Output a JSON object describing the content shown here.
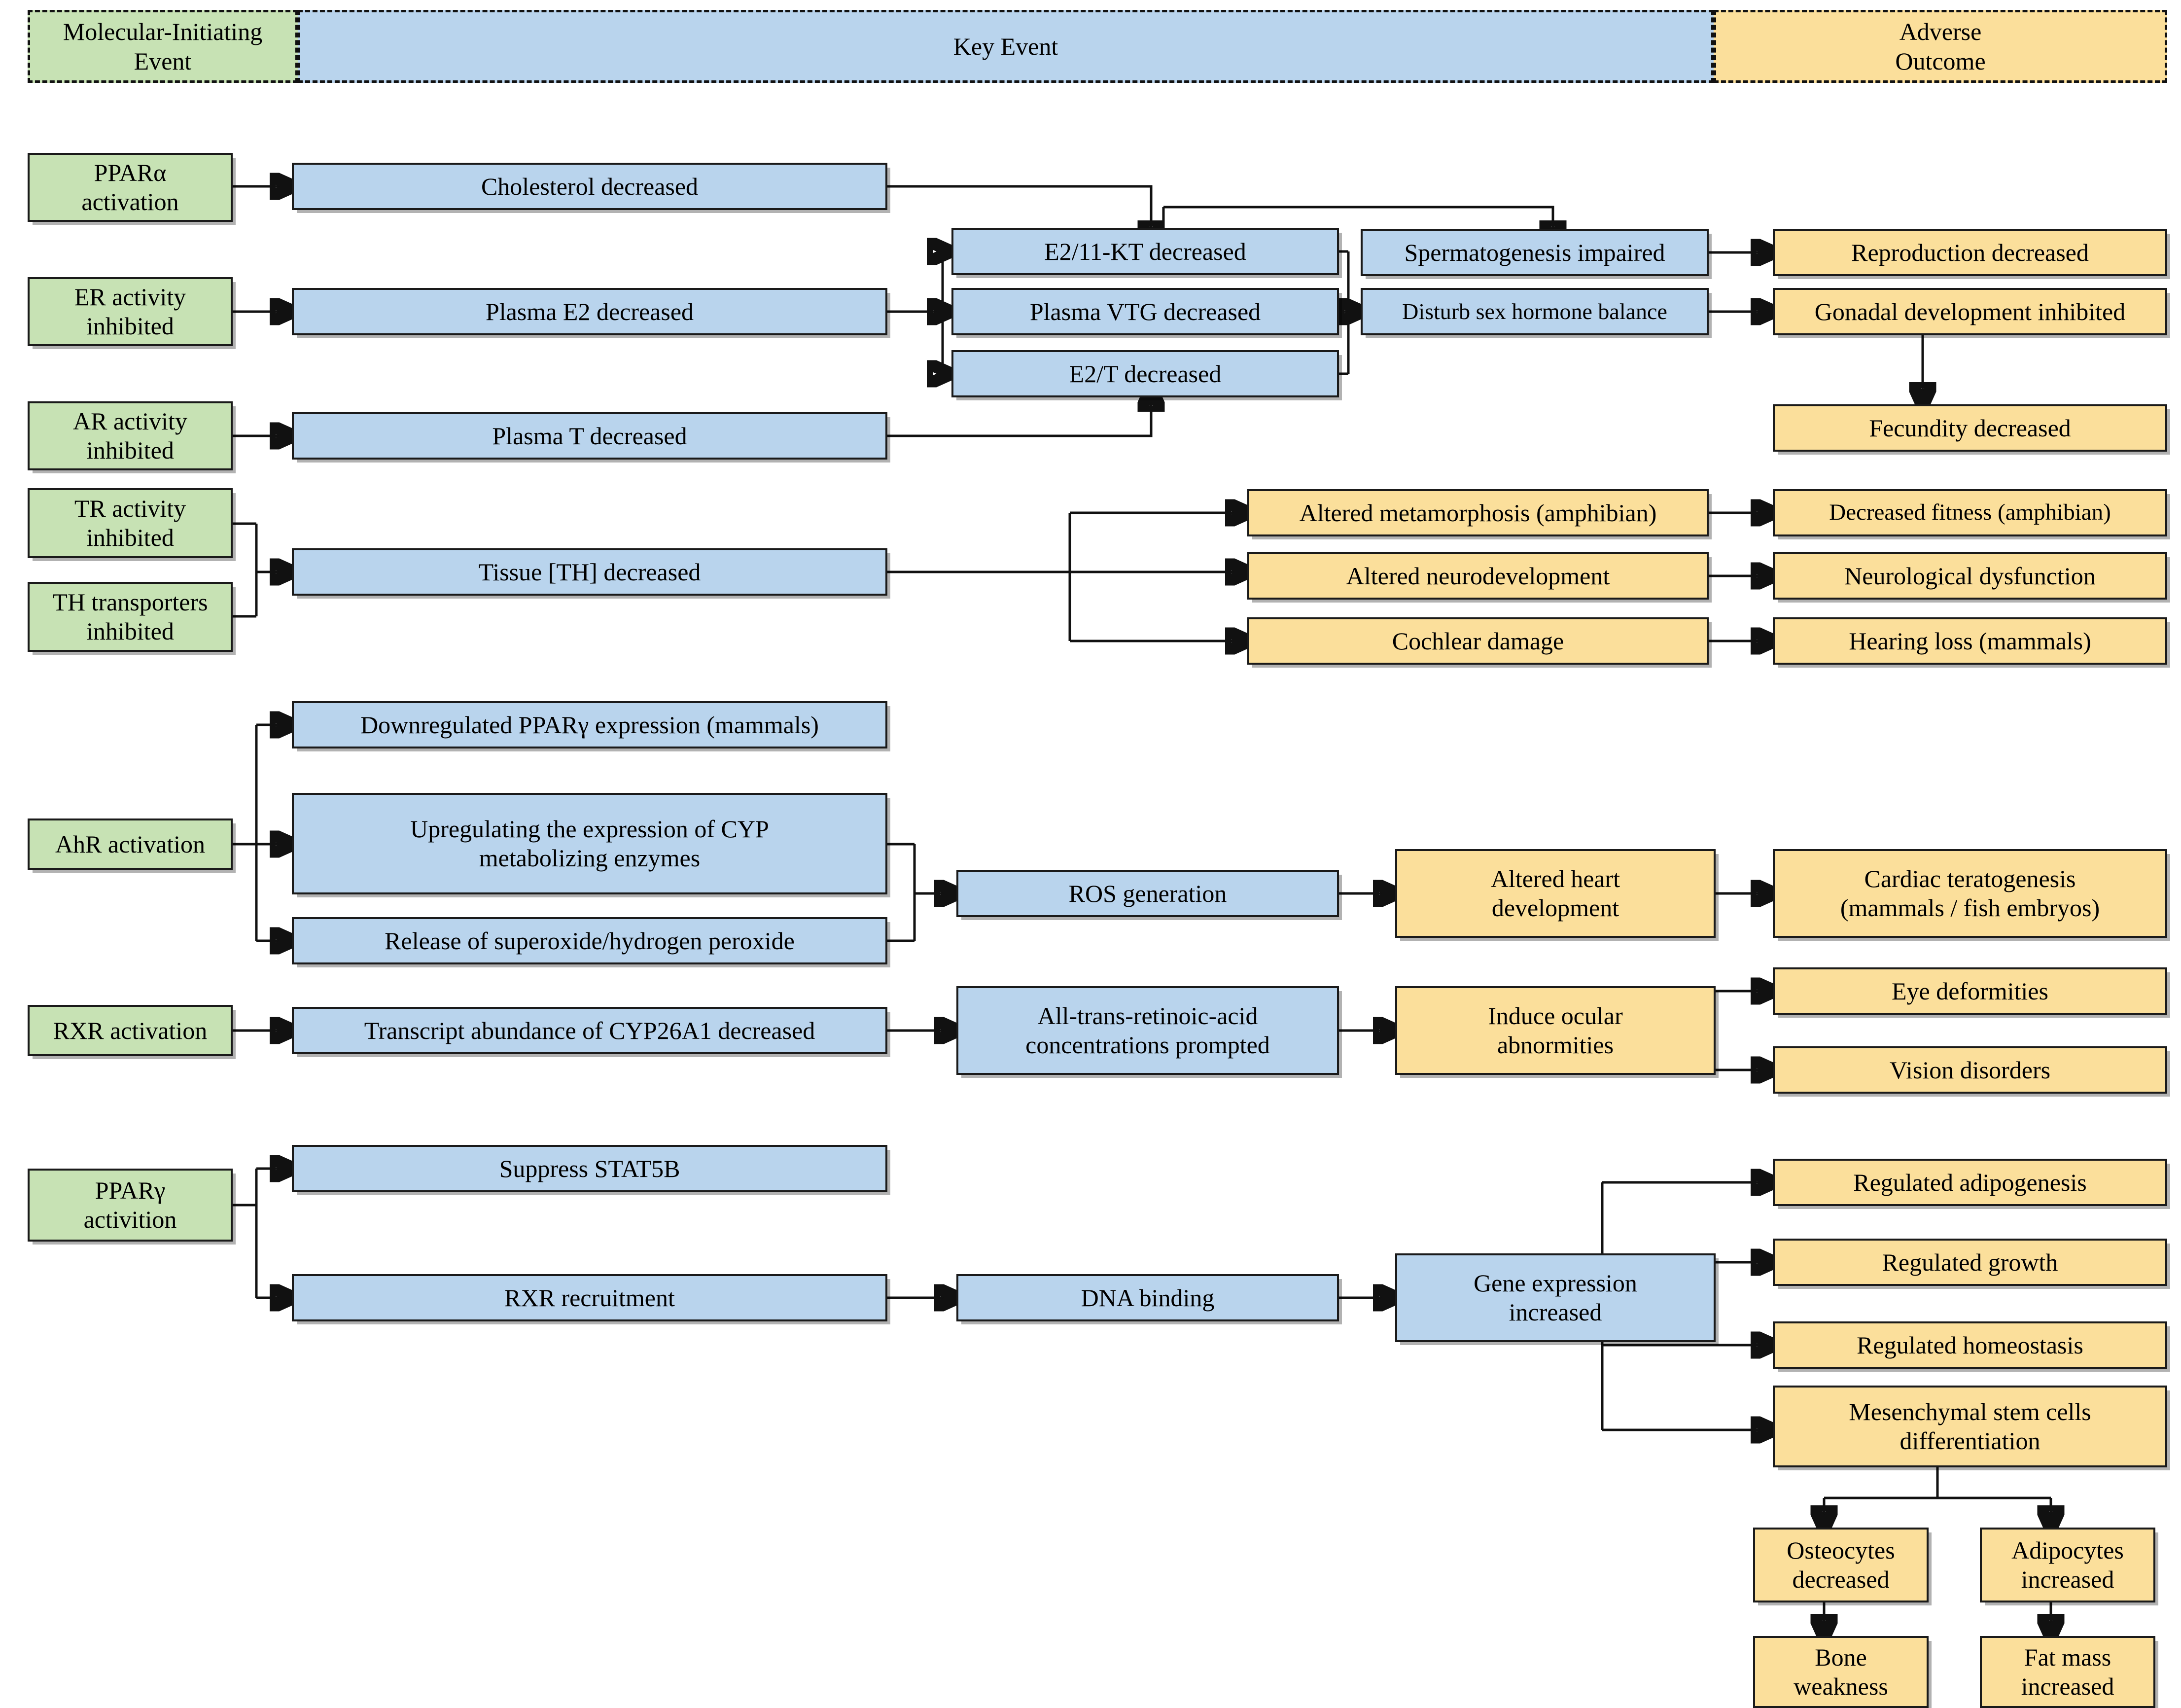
{
  "legend": {
    "mie": "Molecular-Initiating\nEvent",
    "ke": "Key Event",
    "ao": "Adverse\nOutcome"
  },
  "colors": {
    "mie_fill": "#c7e2b4",
    "ke_fill": "#b9d4ed",
    "ao_fill": "#fbdf9b",
    "stroke": "#111111",
    "background": "#ffffff"
  },
  "nodes": {
    "ppara_activation": "PPARα\nactivation",
    "cholesterol_decreased": "Cholesterol decreased",
    "er_activity_inhibited": "ER activity\ninhibited",
    "plasma_e2_decreased": "Plasma E2 decreased",
    "ar_activity_inhibited": "AR activity\ninhibited",
    "plasma_t_decreased": "Plasma T decreased",
    "e2_11kt_decreased": "E2/11-KT decreased",
    "plasma_vtg_decreased": "Plasma VTG decreased",
    "e2_t_decreased": "E2/T decreased",
    "spermatogenesis_impaired": "Spermatogenesis impaired",
    "disturb_sex_hormone_balance": "Disturb sex hormone balance",
    "reproduction_decreased": "Reproduction decreased",
    "gonadal_development_inhibited": "Gonadal development inhibited",
    "fecundity_decreased": "Fecundity decreased",
    "tr_activity_inhibited": "TR activity\ninhibited",
    "th_transporters_inhibited": "TH transporters\ninhibited",
    "tissue_th_decreased": "Tissue [TH] decreased",
    "altered_metamorphosis": "Altered metamorphosis (amphibian)",
    "altered_neurodevelopment": "Altered neurodevelopment",
    "cochlear_damage": "Cochlear damage",
    "decreased_fitness": "Decreased fitness (amphibian)",
    "neurological_dysfunction": "Neurological dysfunction",
    "hearing_loss": "Hearing loss (mammals)",
    "ahr_activation": "AhR activation",
    "downregulated_pparg_expression": "Downregulated PPARγ expression (mammals)",
    "upregulating_cyp": "Upregulating the expression of CYP\nmetabolizing enzymes",
    "release_superoxide": "Release of superoxide/hydrogen peroxide",
    "ros_generation": "ROS generation",
    "altered_heart_development": "Altered heart\ndevelopment",
    "cardiac_teratogenesis": "Cardiac teratogenesis\n(mammals / fish embryos)",
    "rxr_activation": "RXR activation",
    "transcript_cyp26a1": "Transcript abundance of CYP26A1 decreased",
    "atra_prompted": "All-trans-retinoic-acid\nconcentrations prompted",
    "induce_ocular_abnormities": "Induce ocular\nabnormities",
    "eye_deformities": "Eye deformities",
    "vision_disorders": "Vision disorders",
    "pparg_activition": "PPARγ\nactivition",
    "suppress_stat5b": "Suppress STAT5B",
    "rxr_recruitment": "RXR recruitment",
    "dna_binding": "DNA binding",
    "gene_expression_increased": "Gene expression\nincreased",
    "regulated_adipogenesis": "Regulated adipogenesis",
    "regulated_growth": "Regulated  growth",
    "regulated_homeostasis": "Regulated homeostasis",
    "mesenchymal_stem_cells": "Mesenchymal stem cells\ndifferentiation",
    "osteocytes_decreased": "Osteocytes\ndecreased",
    "adipocytes_increased": "Adipocytes\nincreased",
    "bone_weakness": "Bone\nweakness",
    "fat_mass_increased": "Fat mass\nincreased"
  }
}
